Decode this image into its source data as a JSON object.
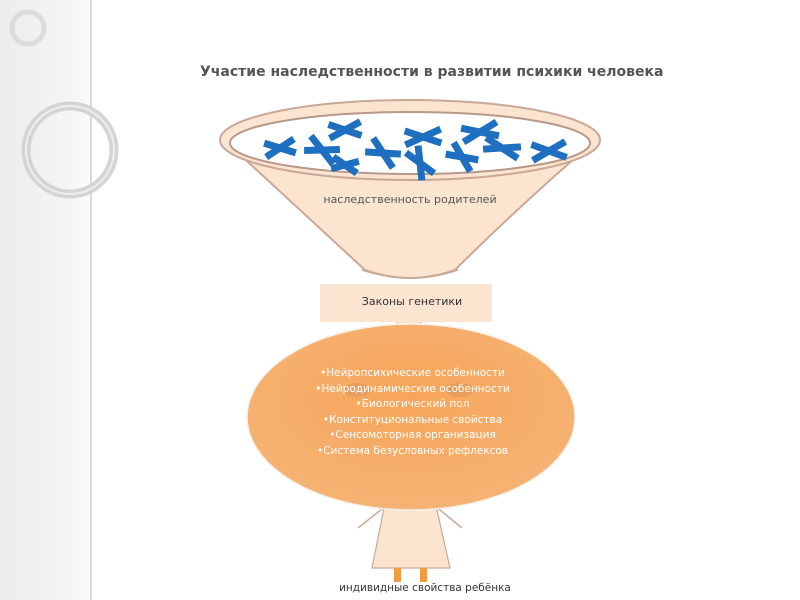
{
  "title": "Участие наследственности в развитии психики человека",
  "funnel_label": "наследственность родителей",
  "laws_label": "Законы генетики",
  "traits": [
    "•Нейропсихические особенности",
    "•Нейродинамические особенности",
    "•Биологический пол",
    "•Конституциональные свойства",
    "•Сенсомоторная организация",
    "•Система безусловных рефлексов"
  ],
  "bottom_label": "индивидные свойства ребёнка",
  "colors": {
    "funnel_fill": "#fbe5d0",
    "funnel_stroke": "#c9a898",
    "ellipse_fill": "#f8ae68",
    "chromosome": "#1f6fc1",
    "figure_fill": "#fbe5d0",
    "feet": "#f39c3e",
    "text": "#555555"
  },
  "icons": [
    "chromosome-icon",
    "child-figure-icon",
    "arrow-down-icon",
    "decorative-ring-icon"
  ]
}
